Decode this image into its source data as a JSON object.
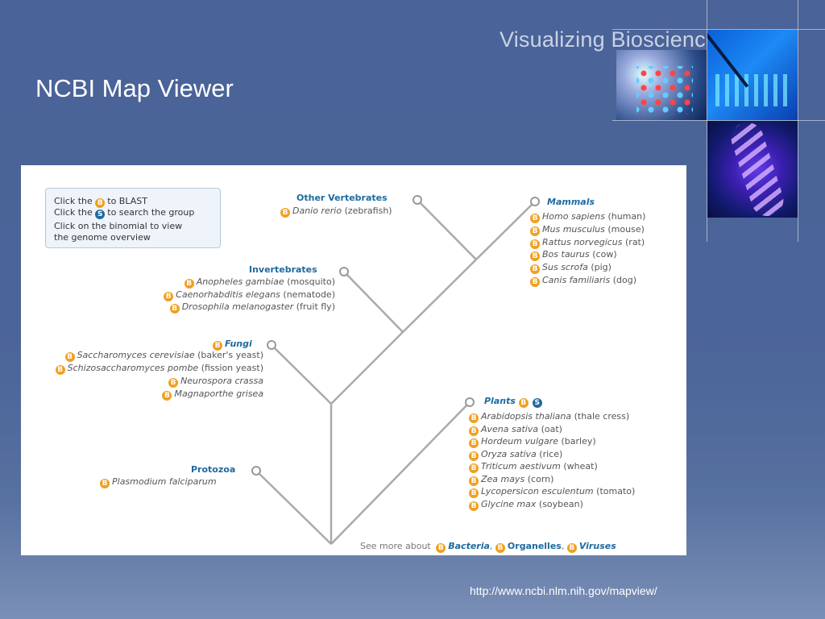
{
  "slide_title": "NCBI Map Viewer",
  "brand": "Visualizing Biosciences",
  "url": "http://www.ncbi.nlm.nih.gov/mapview/",
  "icon_b": "B",
  "icon_s": "S",
  "info": {
    "line1a": "Click the",
    "line1b": "to BLAST",
    "line2a": "Click the",
    "line2b": "to search the group",
    "line3": "Click on the binomial to view",
    "line4": "the genome overview"
  },
  "groups": {
    "other_vertebrates": "Other Vertebrates",
    "mammals": "Mammals",
    "invertebrates": "Invertebrates",
    "fungi": "Fungi",
    "plants": "Plants",
    "protozoa": "Protozoa"
  },
  "other_vertebrates": [
    {
      "sp": "Danio rerio",
      "common": "(zebrafish)"
    }
  ],
  "mammals": [
    {
      "sp": "Homo sapiens",
      "common": "(human)"
    },
    {
      "sp": "Mus musculus",
      "common": "(mouse)"
    },
    {
      "sp": "Rattus norvegicus",
      "common": "(rat)"
    },
    {
      "sp": "Bos taurus",
      "common": "(cow)"
    },
    {
      "sp": "Sus scrofa",
      "common": "(pig)"
    },
    {
      "sp": "Canis familiaris",
      "common": "(dog)"
    }
  ],
  "invertebrates": [
    {
      "sp": "Anopheles gambiae",
      "common": "(mosquito)"
    },
    {
      "sp": "Caenorhabditis elegans",
      "common": "(nematode)"
    },
    {
      "sp": "Drosophila melanogaster",
      "common": "(fruit fly)"
    }
  ],
  "fungi": [
    {
      "sp": "Saccharomyces cerevisiae",
      "common": "(baker's yeast)"
    },
    {
      "sp": "Schizosaccharomyces pombe",
      "common": "(fission yeast)"
    },
    {
      "sp": "Neurospora crassa",
      "common": ""
    },
    {
      "sp": "Magnaporthe grisea",
      "common": ""
    }
  ],
  "plants": [
    {
      "sp": "Arabidopsis thaliana",
      "common": "(thale cress)"
    },
    {
      "sp": "Avena sativa",
      "common": "(oat)"
    },
    {
      "sp": "Hordeum vulgare",
      "common": "(barley)"
    },
    {
      "sp": "Oryza sativa",
      "common": "(rice)"
    },
    {
      "sp": "Triticum aestivum",
      "common": "(wheat)"
    },
    {
      "sp": "Zea mays",
      "common": "(corn)"
    },
    {
      "sp": "Lycopersicon esculentum",
      "common": "(tomato)"
    },
    {
      "sp": "Glycine max",
      "common": "(soybean)"
    }
  ],
  "protozoa": [
    {
      "sp": "Plasmodium falciparum",
      "common": ""
    }
  ],
  "see_more": {
    "prefix": "See more about",
    "bacteria": "Bacteria",
    "organelles": "Organelles",
    "viruses": "Viruses",
    "sep": ","
  },
  "colors": {
    "accent": "#1d6aa0",
    "blast_icon": "#f0a020",
    "tree_line": "#aaaaaa"
  }
}
